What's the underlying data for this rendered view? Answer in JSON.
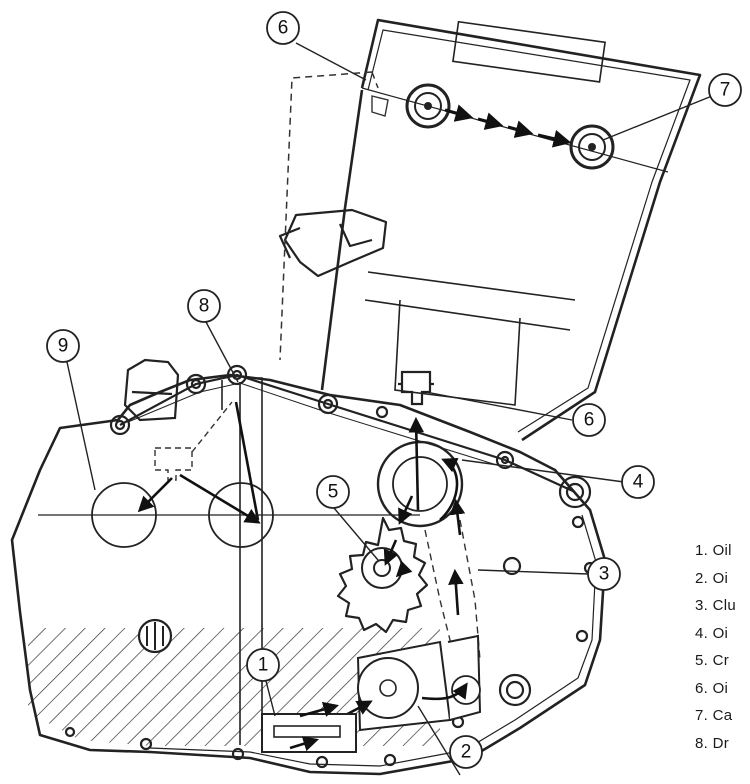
{
  "callouts": [
    "6",
    "7",
    "8",
    "9",
    "6",
    "4",
    "5",
    "3",
    "1",
    "2"
  ],
  "legend": {
    "items": [
      "1. Oil",
      "2. Oi",
      "3. Clu",
      "4. Oi",
      "5. Cr",
      "6. Oi",
      "7. Ca",
      "8. Dr"
    ]
  }
}
